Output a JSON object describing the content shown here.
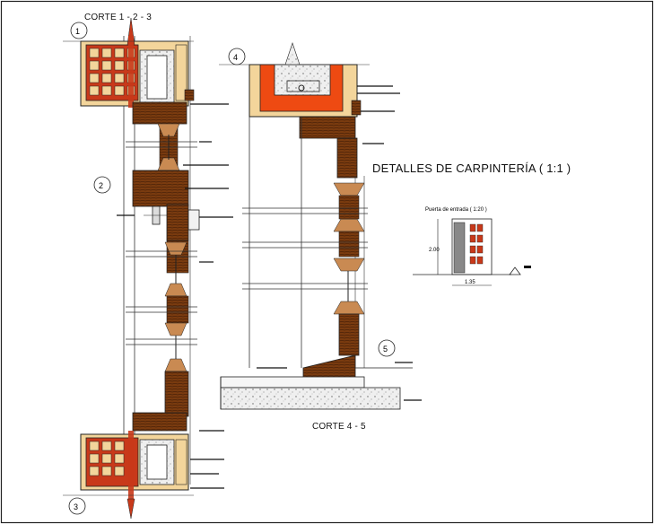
{
  "sheet": {
    "title": "DETALLES DE CARPINTERÍA  ( 1:1 )",
    "section_left_title": "CORTE 1 - 2 - 3",
    "section_right_title": "CORTE 4 - 5",
    "markers": [
      "1",
      "2",
      "3",
      "4",
      "5"
    ],
    "elevation": {
      "caption": "Puerta de entrada ( 1:20 )",
      "height_label": "2.00",
      "width_label": "1.35"
    }
  },
  "colors": {
    "wood": "#7a3b0f",
    "wood_dark": "#4b2208",
    "brick": "#c8391a",
    "plaster": "#f3d59b",
    "concrete": "#e9e9e9",
    "insulation": "#ee4a12"
  }
}
